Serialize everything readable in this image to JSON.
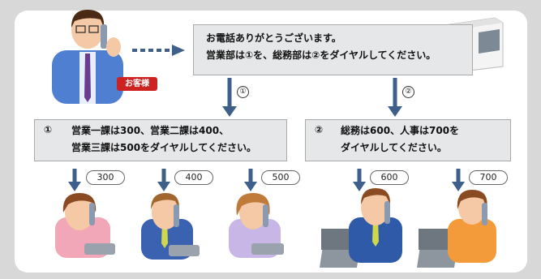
{
  "greeting": {
    "line1": "お電話ありがとうございます。",
    "line2": "営業部は①を、総務部は②をダイヤルしてください。"
  },
  "customer_label": "お客様",
  "branch1": {
    "marker": "①",
    "line1": "営業一課は300、営業二課は400、",
    "line2": "営業三課は500をダイヤルしてください。"
  },
  "branch2": {
    "marker": "②",
    "line1": "総務は600、人事は700を",
    "line2": "ダイヤルしてください。"
  },
  "arrow_labels": [
    "①",
    "②"
  ],
  "extensions": [
    "300",
    "400",
    "500",
    "600",
    "700"
  ],
  "colors": {
    "arrow": "#3d5f8a",
    "box": "#e6e7e9",
    "badge": "#cc2222"
  }
}
